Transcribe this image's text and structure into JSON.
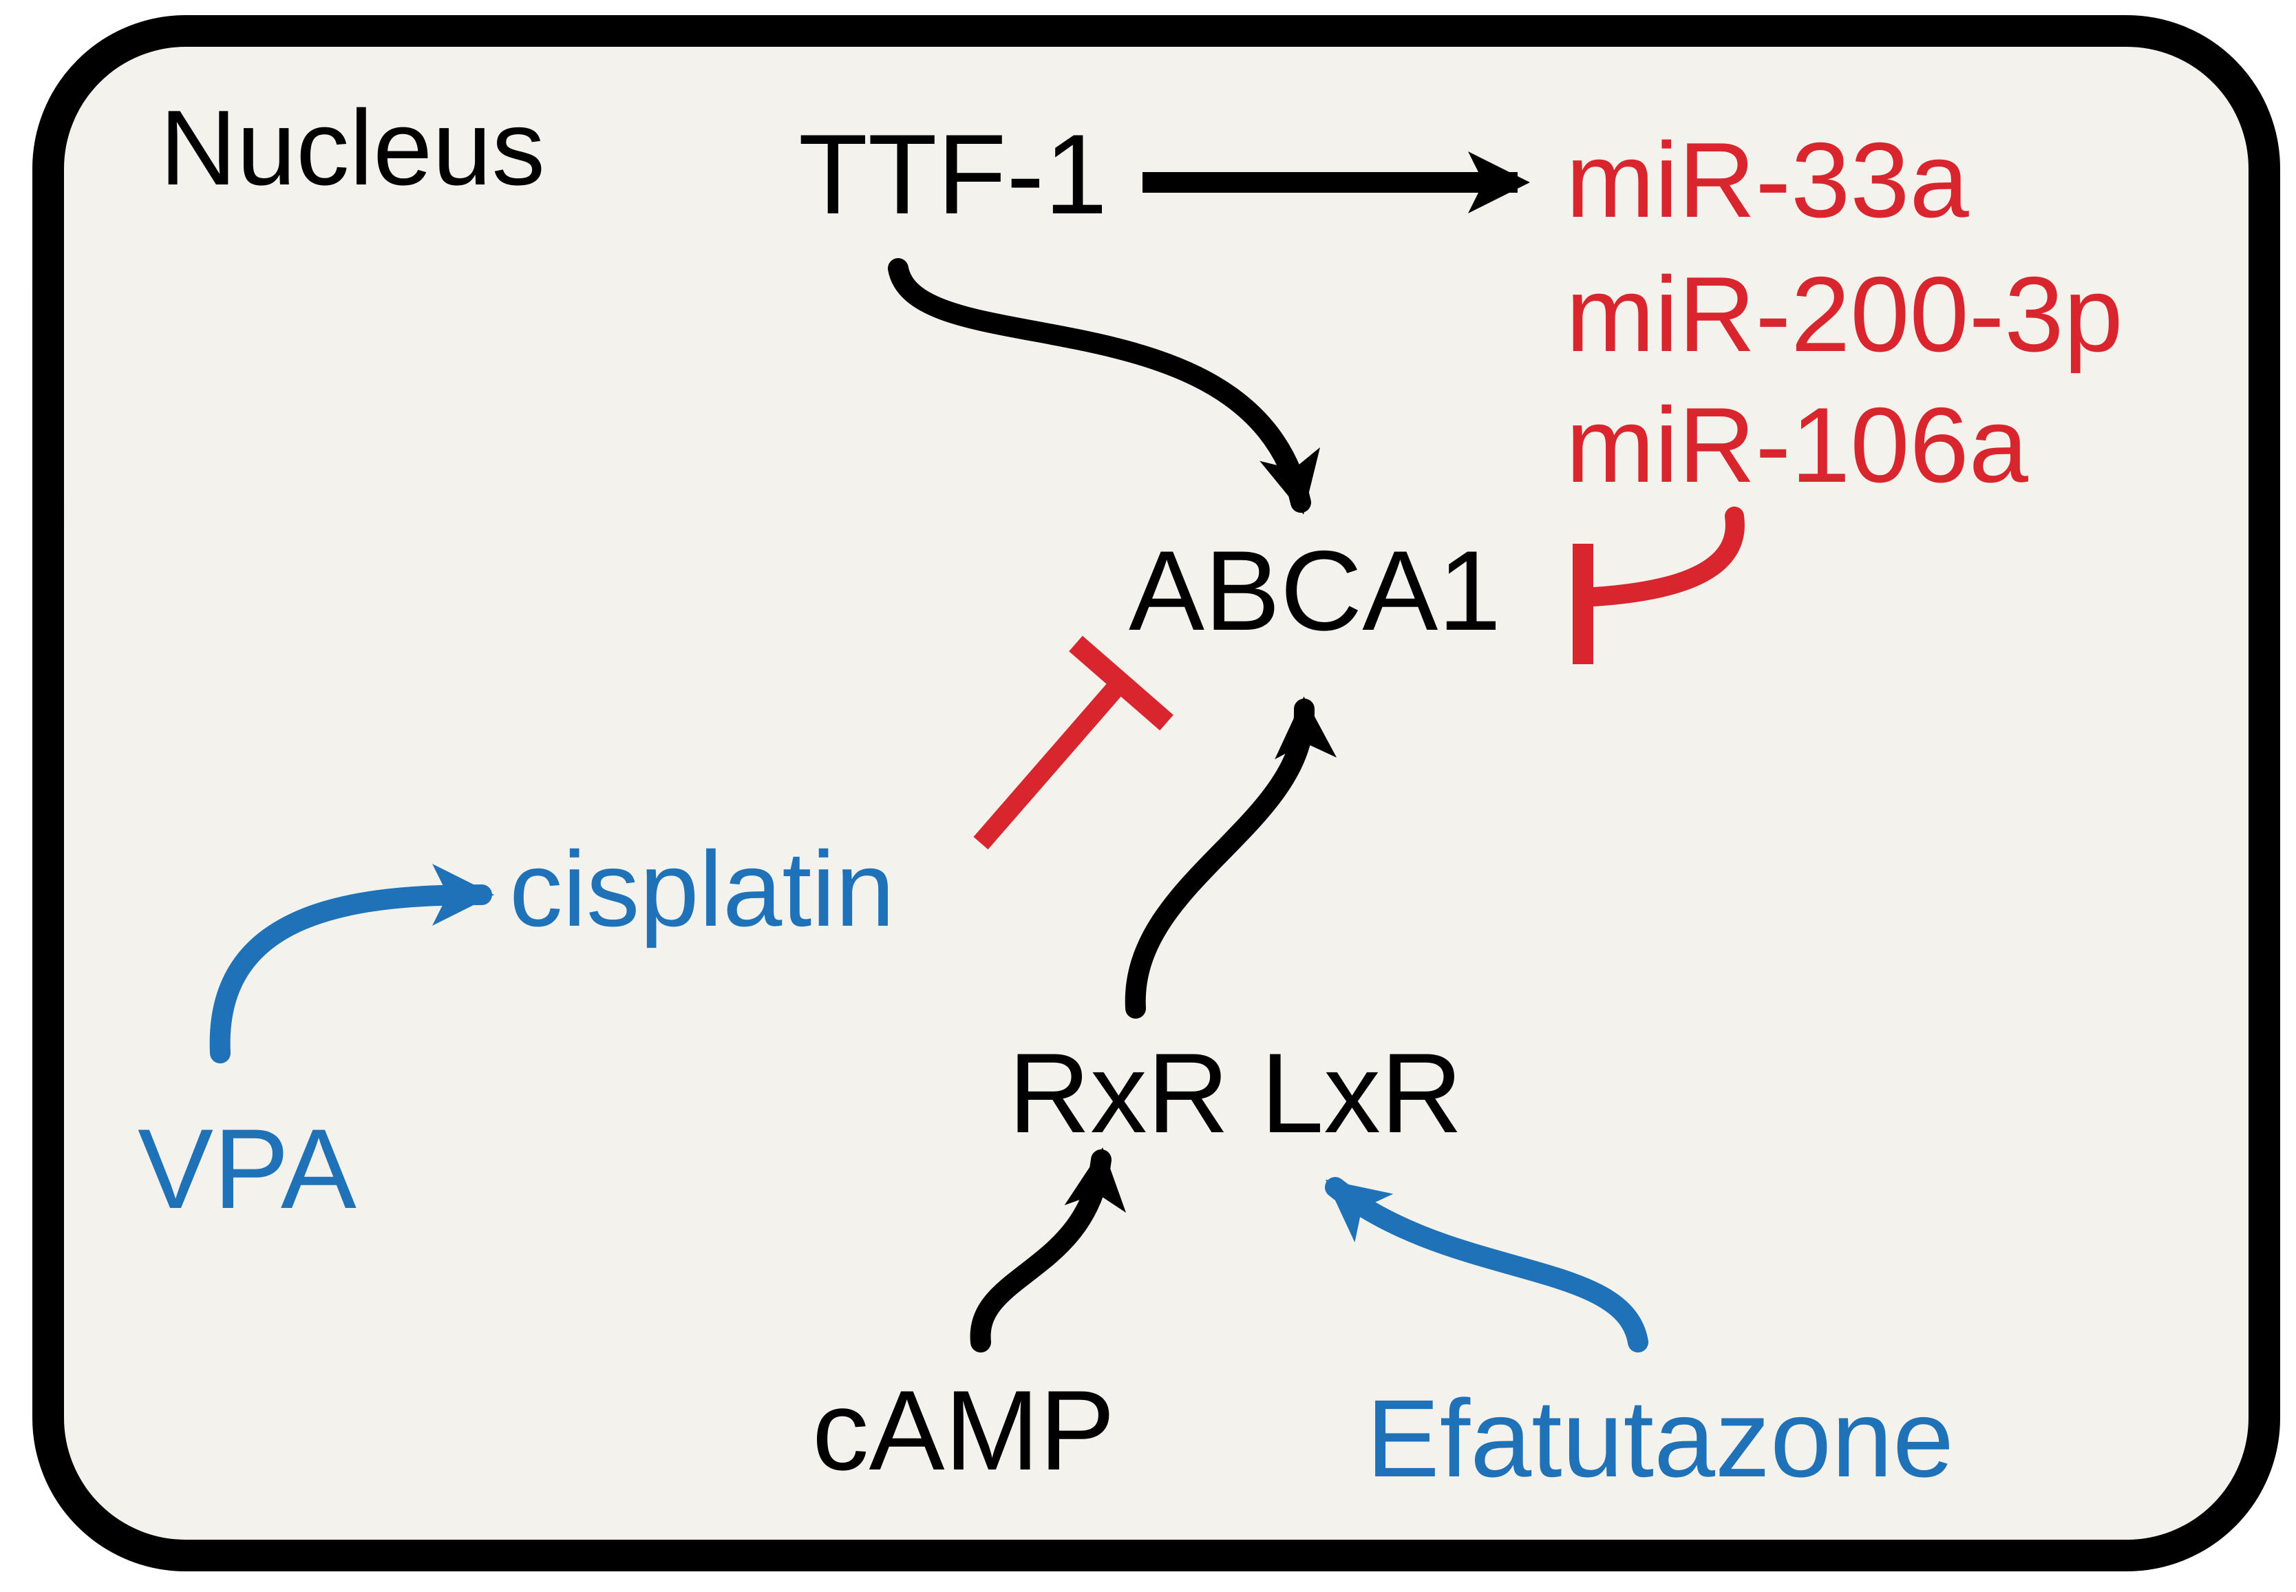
{
  "compartment": {
    "label": "Nucleus"
  },
  "nodes": {
    "ttf1": "TTF-1",
    "abca1": "ABCA1",
    "mirnas": [
      "miR-33a",
      "miR-200-3p",
      "miR-106a"
    ],
    "cisplatin": "cisplatin",
    "vpa": "VPA",
    "rxr_lxr": "RxR LxR",
    "camp": "cAMP",
    "efatutazone": "Efatutazone"
  },
  "colors": {
    "black": "#000000",
    "red": "#d9262e",
    "blue": "#1f72b8",
    "background": "#f3f2ec"
  },
  "edges": [
    {
      "from": "TTF-1",
      "to": "miR-33a / miR-200-3p / miR-106a",
      "type": "activation",
      "color": "black"
    },
    {
      "from": "TTF-1",
      "to": "ABCA1",
      "type": "activation",
      "color": "black"
    },
    {
      "from": "miR-33a / miR-200-3p / miR-106a",
      "to": "ABCA1",
      "type": "inhibition",
      "color": "red"
    },
    {
      "from": "cisplatin",
      "to": "ABCA1",
      "type": "inhibition",
      "color": "red"
    },
    {
      "from": "VPA",
      "to": "cisplatin",
      "type": "activation",
      "color": "blue"
    },
    {
      "from": "RxR LxR",
      "to": "ABCA1",
      "type": "activation",
      "color": "black"
    },
    {
      "from": "cAMP",
      "to": "RxR LxR",
      "type": "activation",
      "color": "black"
    },
    {
      "from": "Efatutazone",
      "to": "RxR LxR",
      "type": "activation",
      "color": "blue"
    }
  ]
}
